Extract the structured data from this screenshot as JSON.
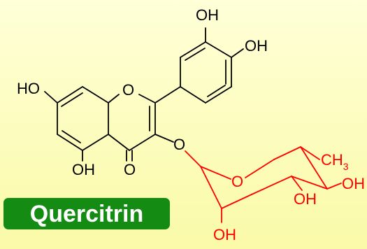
{
  "compound": {
    "name": "Quercitrin",
    "tag_color": "#148c14"
  },
  "atom_labels": {
    "oh_b3": "OH",
    "oh_b4": "OH",
    "oh_a7": "HO",
    "o_ring": "O",
    "oh_a5": "OH",
    "o_carbonyl": "O",
    "o_glycosidic": "O",
    "ch3_c": "CH",
    "ch3_sub": "3",
    "o_sugar_ring": "O",
    "oh_sugar_4": "OH",
    "oh_sugar_3": "OH",
    "oh_sugar_2": "OH"
  },
  "colors": {
    "aglycone": "#000000",
    "sugar": "#ff0000",
    "background_top": "#ffffd8",
    "background_bottom": "#fafaa8"
  }
}
